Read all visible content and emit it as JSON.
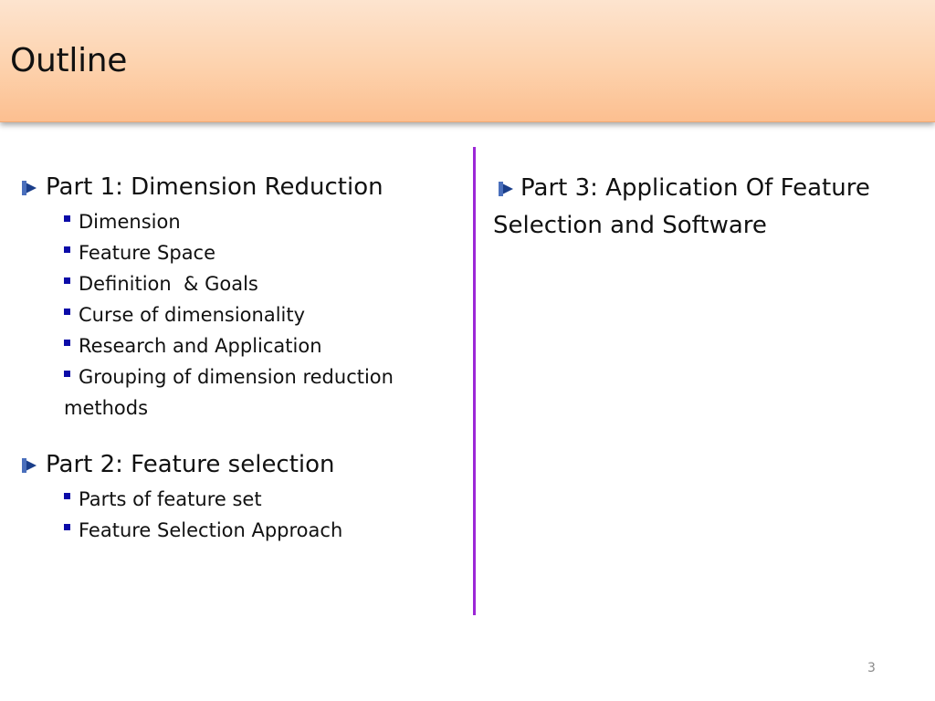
{
  "slide": {
    "title": "Outline",
    "page_number": "3"
  },
  "left_column": {
    "sections": [
      {
        "heading": "Part 1: Dimension Reduction",
        "items": [
          "Dimension",
          "Feature Space",
          "Definition  & Goals",
          "Curse of dimensionality",
          "Research and Application",
          "Grouping of dimension reduction methods"
        ]
      },
      {
        "heading": "Part 2: Feature selection",
        "items": [
          "Parts of feature set",
          "Feature Selection Approach"
        ]
      }
    ]
  },
  "right_column": {
    "heading": "Part 3: Application Of Feature Selection and Software"
  },
  "colors": {
    "title_bar_top": "#fde4cf",
    "title_bar_bottom": "#fcbf90",
    "divider": "#9b27d6",
    "bullet_arrow": "#1a3e8a",
    "sub_bullet": "#0b0ba8"
  },
  "icons": {
    "section_bullet": "arrow-bullet-icon",
    "item_bullet": "square-bullet-icon"
  }
}
